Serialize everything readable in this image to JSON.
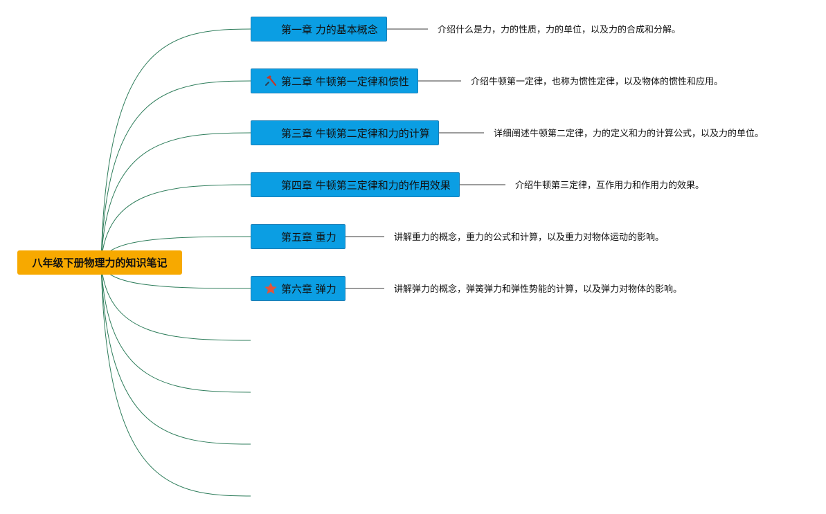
{
  "root": {
    "label": "八年级下册物理力的知识笔记"
  },
  "chapters": [
    {
      "label": "第一章 力的基本概念",
      "icon": "blank-icon",
      "desc": "介绍什么是力，力的性质，力的单位，以及力的合成和分解。"
    },
    {
      "label": "第二章 牛顿第一定律和惯性",
      "icon": "hammer-icon",
      "desc": "介绍牛顿第一定律，也称为惯性定律，以及物体的惯性和应用。"
    },
    {
      "label": "第三章 牛顿第二定律和力的计算",
      "icon": "blank-icon",
      "desc": "详细阐述牛顿第二定律，力的定义和力的计算公式，以及力的单位。"
    },
    {
      "label": "第四章 牛顿第三定律和力的作用效果",
      "icon": "blank-icon",
      "desc": "介绍牛顿第三定律，互作用力和作用力的效果。"
    },
    {
      "label": "第五章 重力",
      "icon": "blank-icon",
      "desc": "讲解重力的概念，重力的公式和计算，以及重力对物体运动的影响。"
    },
    {
      "label": "第六章 弹力",
      "icon": "star-icon",
      "desc": "讲解弹力的概念，弹簧弹力和弹性势能的计算，以及弹力对物体的影响。"
    }
  ],
  "empty_branches": 4,
  "colors": {
    "root_bg": "#f7a900",
    "chapter_bg": "#0b9ee3",
    "link": "#2e7d5b",
    "desc_link": "#3a3a3a",
    "hammer": "#c0392b",
    "star": "#e0553c"
  }
}
